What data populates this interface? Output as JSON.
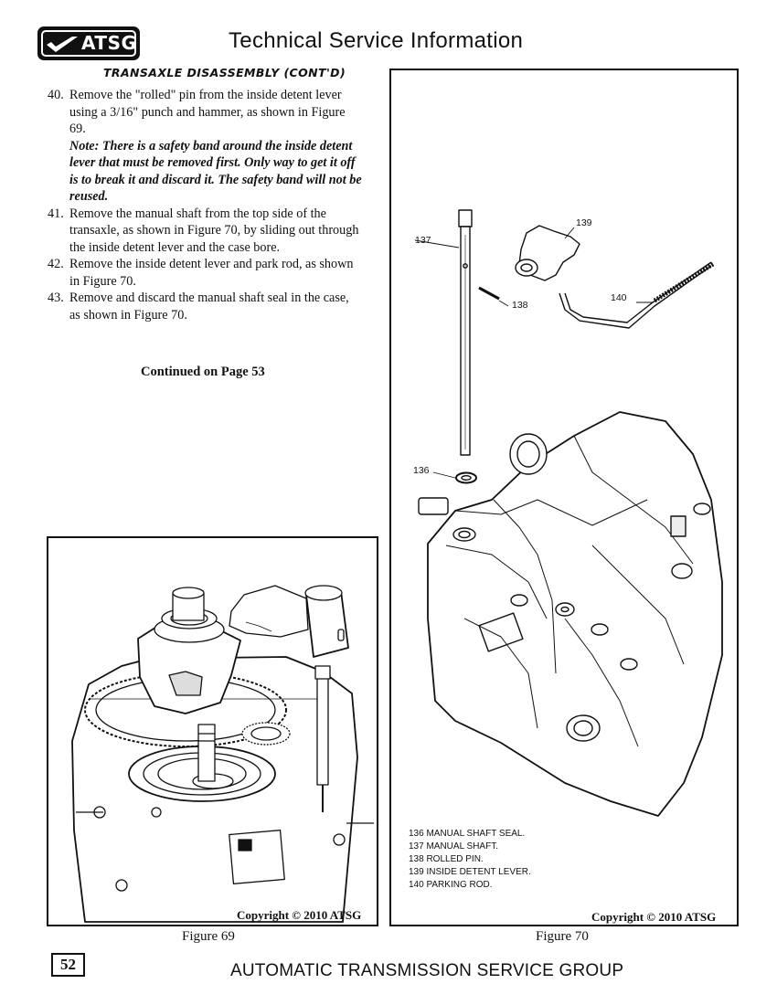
{
  "header": {
    "logo_text": "ATSG",
    "title": "Technical Service Information"
  },
  "section_title": "TRANSAXLE DISASSEMBLY (CONT'D)",
  "steps": [
    {
      "num": "40.",
      "text": "Remove the \"rolled\" pin from the inside detent lever using a 3/16\" punch and hammer, as shown in Figure 69."
    },
    {
      "num": "41.",
      "text": "Remove the manual shaft from the top side of the transaxle, as shown in Figure 70, by sliding out through the inside detent lever and the case bore."
    },
    {
      "num": "42.",
      "text": "Remove the inside detent lever and park rod, as shown in Figure 70."
    },
    {
      "num": "43.",
      "text": "Remove and discard the manual shaft seal in the case, as shown in Figure 70."
    }
  ],
  "note": "Note: There is a safety band around the inside detent lever that must be removed first. Only way to get it off is to break it and discard it. The safety band will not be reused.",
  "continued": "Continued on Page 53",
  "figure69": {
    "copyright": "Copyright © 2010 ATSG",
    "caption": "Figure 69"
  },
  "figure70": {
    "copyright": "Copyright © 2010 ATSG",
    "caption": "Figure 70",
    "callouts": {
      "c136": "136",
      "c137": "137",
      "c138": "138",
      "c139": "139",
      "c140": "140"
    },
    "legend": [
      "136  MANUAL SHAFT SEAL.",
      "137  MANUAL SHAFT.",
      "138  ROLLED PIN.",
      "139  INSIDE DETENT LEVER.",
      "140  PARKING ROD."
    ]
  },
  "footer": {
    "page_number": "52",
    "text": "AUTOMATIC TRANSMISSION SERVICE GROUP"
  }
}
